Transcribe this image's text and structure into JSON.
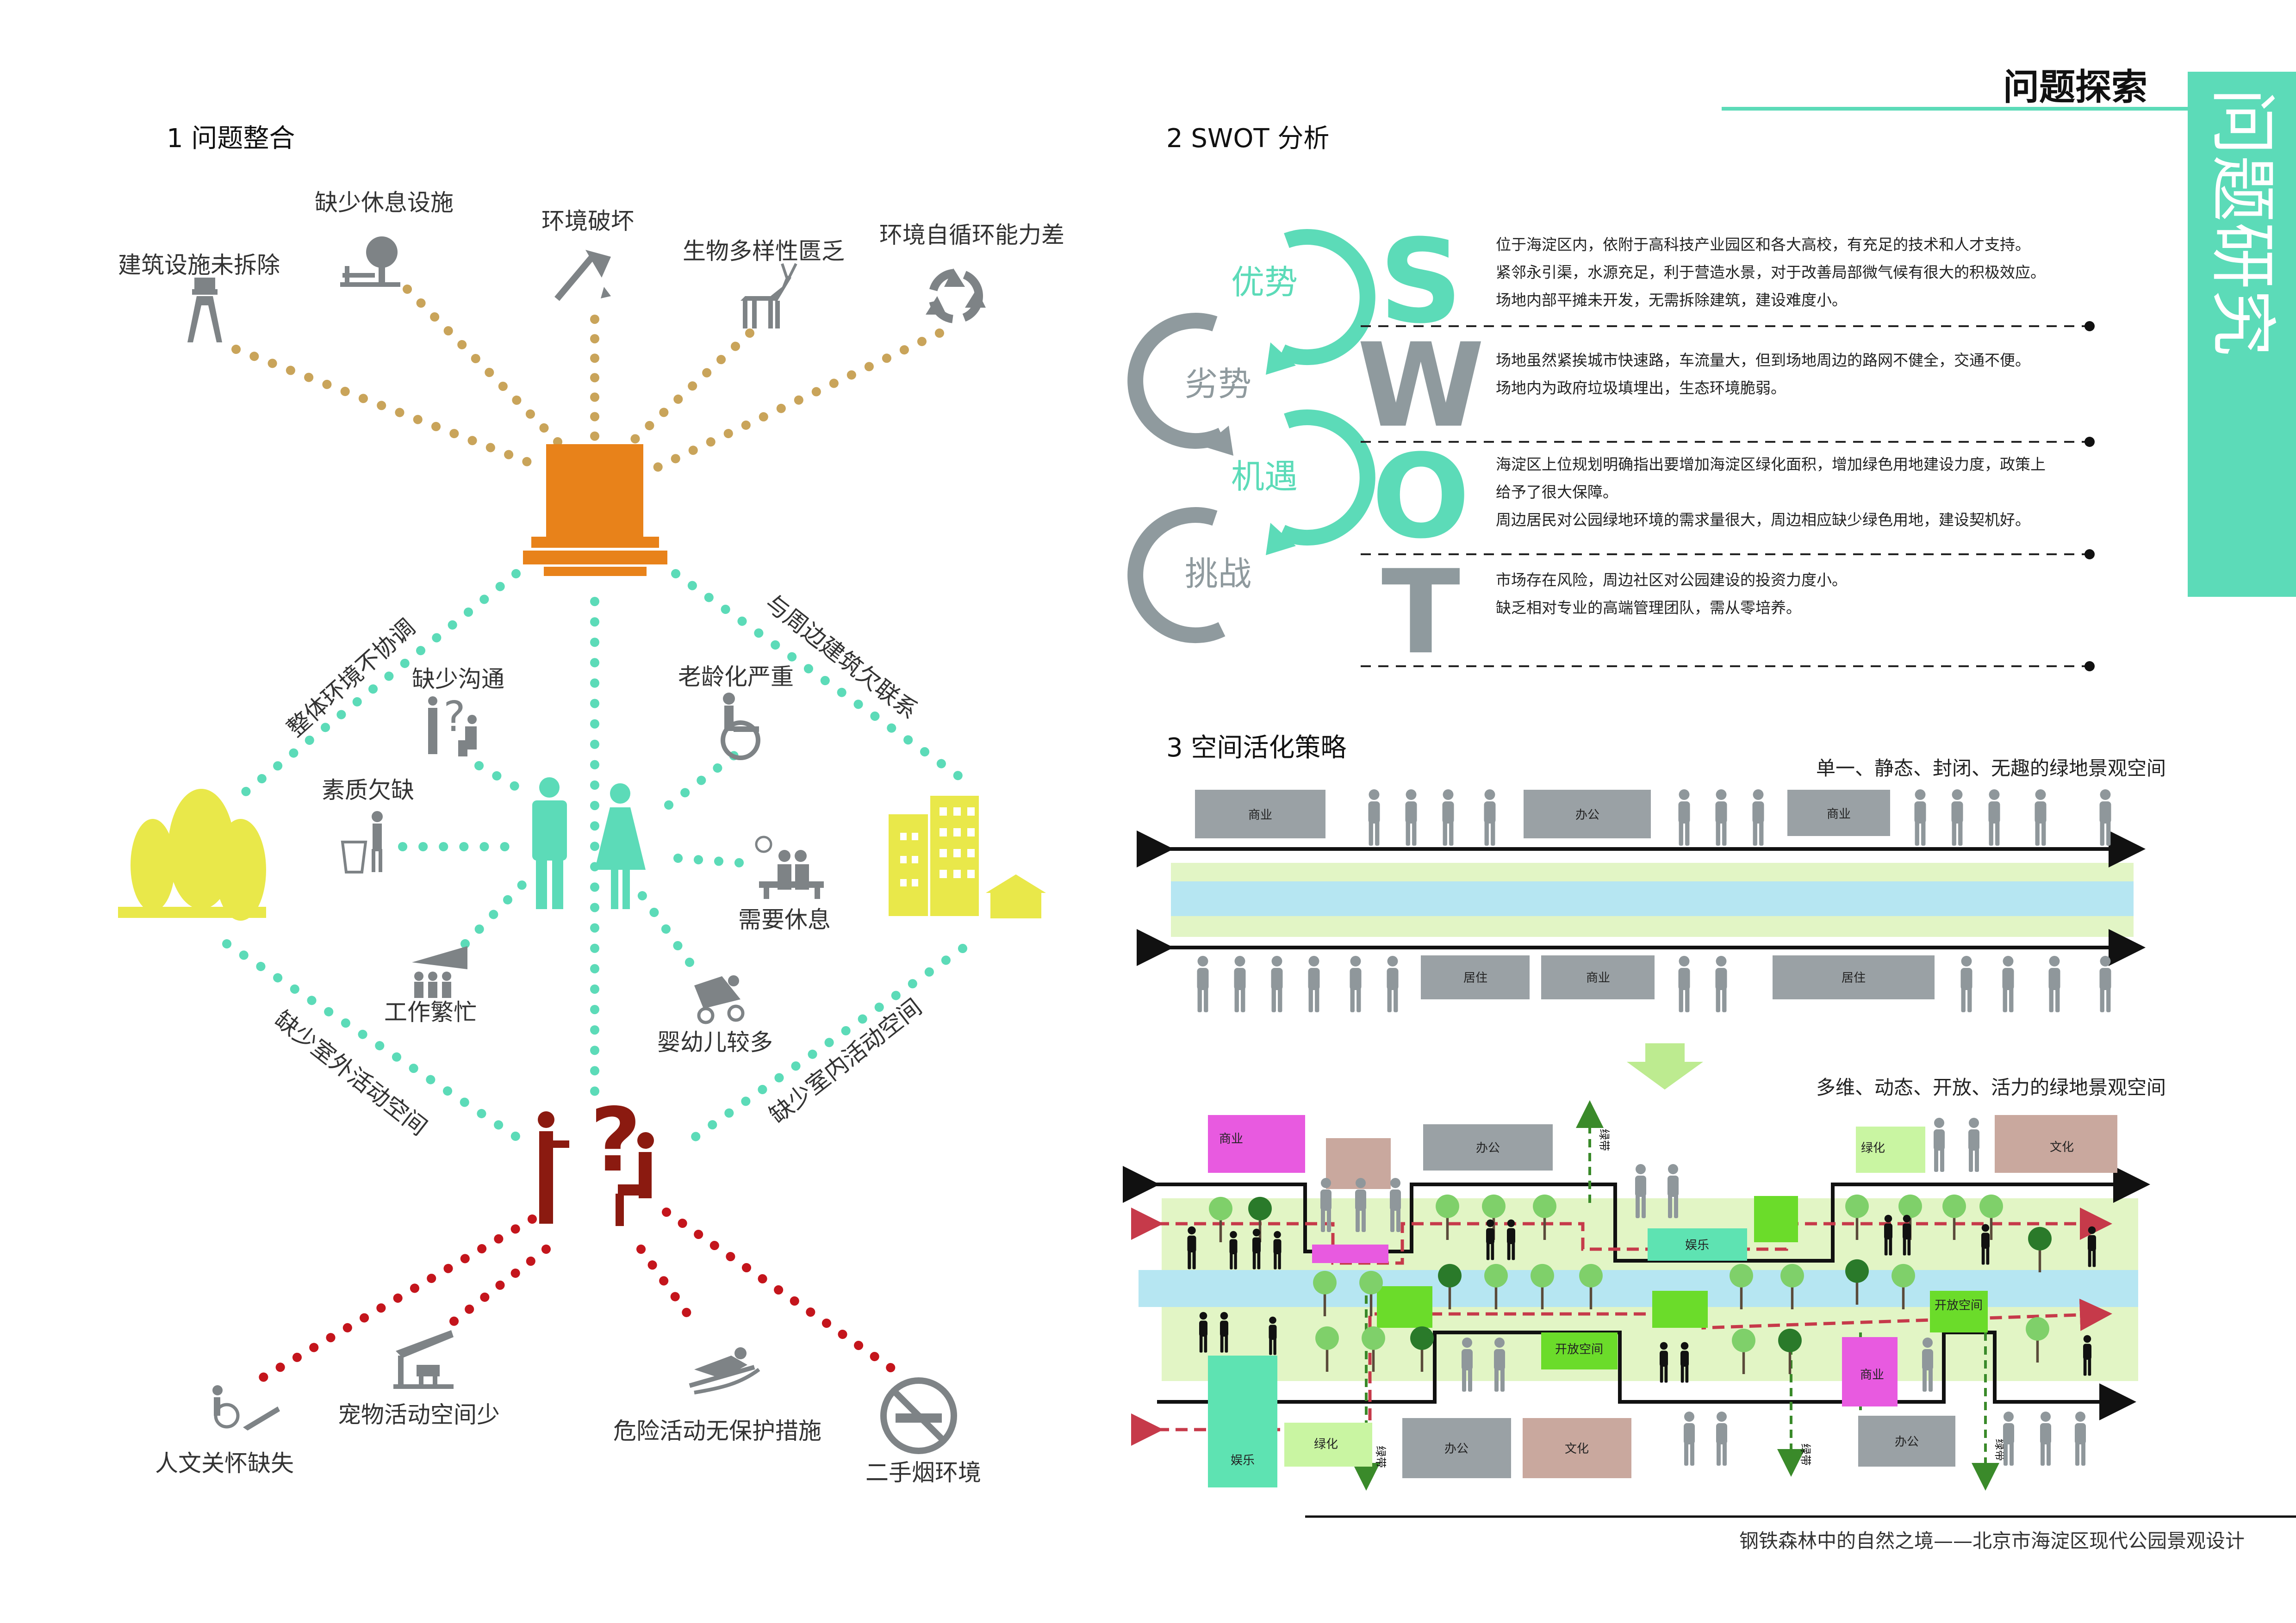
{
  "header": {
    "title": "问题探索",
    "side_tab": "问题研究",
    "footer": "钢铁森林中的自然之境——北京市海淀区现代公园景观设计"
  },
  "section1": {
    "title": "1  问题整合",
    "top_items": [
      "建筑设施未拆除",
      "缺少休息设施",
      "环境破坏",
      "生物多样性匮乏",
      "环境自循环能力差"
    ],
    "diagonals": [
      "整体环境不协调",
      "与周边建筑欠联系",
      "缺少室外活动空间",
      "缺少室内活动空间"
    ],
    "middle_items": [
      "缺少沟通",
      "老龄化严重",
      "素质欠缺",
      "需要休息",
      "工作繁忙",
      "婴幼儿较多"
    ],
    "bottom_items": [
      "人文关怀缺失",
      "宠物活动空间少",
      "危险活动无保护措施",
      "二手烟环境"
    ],
    "colors": {
      "gold": "#C9A45A",
      "orange": "#E8821A",
      "teal": "#5CDBB8",
      "yellow": "#E9E84A",
      "red": "#C4151C",
      "darkred": "#8B1A10",
      "gray": "#8A8F93"
    }
  },
  "section2": {
    "title": "2  SWOT 分析",
    "cycle": [
      "优势",
      "劣势",
      "机遇",
      "挑战"
    ],
    "letters": [
      "S",
      "W",
      "O",
      "T"
    ],
    "rows": [
      {
        "lines": [
          "位于海淀区内，依附于高科技产业园区和各大高校，有充足的技术和人才支持。",
          "紧邻永引渠，水源充足，利于营造水景，对于改善局部微气候有很大的积极效应。",
          "场地内部平摊未开发，无需拆除建筑，建设难度小。"
        ]
      },
      {
        "lines": [
          "场地虽然紧挨城市快速路，车流量大，但到场地周边的路网不健全，交通不便。",
          "场地内为政府垃圾填埋出，生态环境脆弱。"
        ]
      },
      {
        "lines": [
          "海淀区上位规划明确指出要增加海淀区绿化面积，增加绿色用地建设力度，政策上",
          "给予了很大保障。",
          "周边居民对公园绿地环境的需求量很大，周边相应缺少绿色用地，建设契机好。"
        ]
      },
      {
        "lines": [
          "市场存在风险，周边社区对公园建设的投资力度小。",
          "缺乏相对专业的高端管理团队，需从零培养。"
        ]
      }
    ]
  },
  "section3": {
    "title": "3  空间活化策略",
    "top_caption": "单一、静态、封闭、无趣的绿地景观空间",
    "bottom_caption": "多维、动态、开放、活力的绿地景观空间",
    "top_boxes": [
      "商业",
      "办公",
      "商业",
      "居住",
      "商业",
      "居住"
    ],
    "bottom_boxes": [
      "商业",
      "办公",
      "绿化",
      "文化",
      "娱乐",
      "开放空间",
      "开放空间",
      "商业",
      "娱乐",
      "绿化",
      "办公",
      "文化",
      "办公"
    ],
    "green_path_label": "绿带"
  }
}
